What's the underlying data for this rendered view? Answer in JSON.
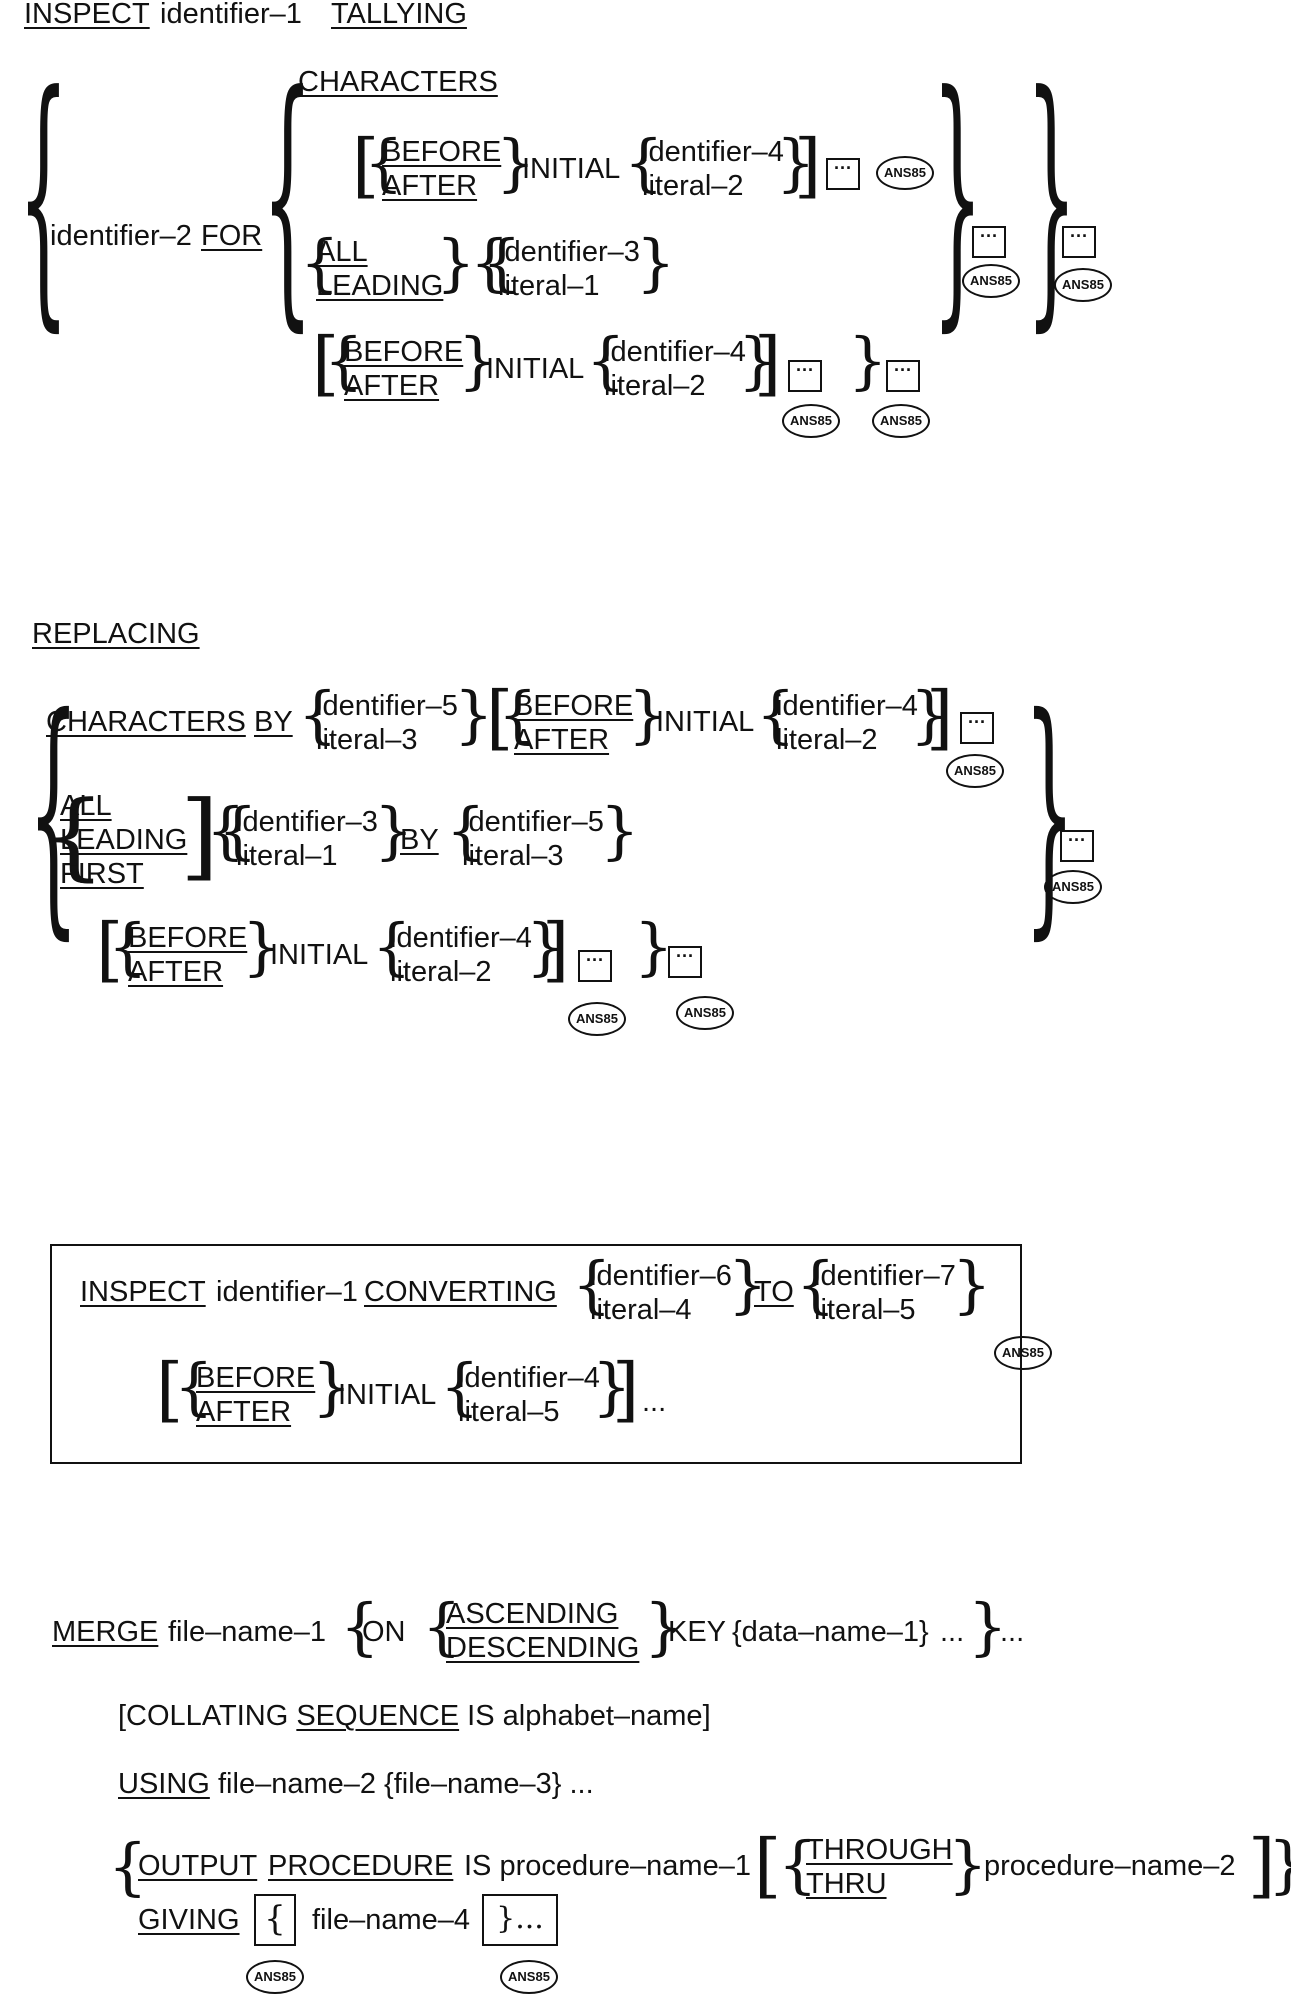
{
  "inspect_tallying": {
    "kw_inspect": "INSPECT",
    "id1": "identifier–1",
    "kw_tallying": "TALLYING",
    "id2": "identifier–2",
    "kw_for": "FOR",
    "kw_characters": "CHARACTERS",
    "kw_before": "BEFORE",
    "kw_after": "AFTER",
    "kw_initial": "INITIAL",
    "id4": "identifier–4",
    "lit2": "literal–2",
    "kw_all": "ALL",
    "kw_leading": "LEADING",
    "id3": "identifier–3",
    "lit1": "literal–1",
    "ellipsis": "···",
    "ans": "ANS85"
  },
  "replacing": {
    "kw_replacing": "REPLACING",
    "kw_characters": "CHARACTERS",
    "kw_by": "BY",
    "id5": "identifier–5",
    "lit3": "literal–3",
    "kw_before": "BEFORE",
    "kw_after": "AFTER",
    "kw_initial": "INITIAL",
    "id4": "identifier–4",
    "lit2": "literal–2",
    "kw_all": "ALL",
    "kw_leading": "LEADING",
    "kw_first": "FIRST",
    "id3": "identifier–3",
    "lit1": "literal–1"
  },
  "converting": {
    "kw_inspect": "INSPECT",
    "id1": "identifier–1",
    "kw_converting": "CONVERTING",
    "id6": "identifier–6",
    "lit4": "literal–4",
    "kw_to": "TO",
    "id7": "identifier–7",
    "lit5": "literal–5",
    "kw_before": "BEFORE",
    "kw_after": "AFTER",
    "kw_initial": "INITIAL",
    "id4": "identifier–4",
    "lit5b": "literal–5",
    "trail": "..."
  },
  "merge": {
    "kw_merge": "MERGE",
    "fn1": "file–name–1",
    "kw_on": "ON",
    "kw_ascending": "ASCENDING",
    "kw_descending": "DESCENDING",
    "kw_key": "KEY",
    "dn1": "{data–name–1}",
    "dots": "...",
    "collating_open": "[COLLATING ",
    "kw_sequence": "SEQUENCE",
    "collating_rest": " IS alphabet–name]",
    "kw_using": "USING",
    "using_rest": "file–name–2  {file–name–3} ...",
    "kw_output": "OUTPUT",
    "kw_procedure": "PROCEDURE",
    "is_proc1": "IS procedure–name–1",
    "kw_through": "THROUGH",
    "kw_thru": "THRU",
    "proc2": "procedure–name–2",
    "kw_giving": "GIVING",
    "fn4": "file–name–4",
    "brace_open": "{",
    "brace_close": "}..."
  }
}
